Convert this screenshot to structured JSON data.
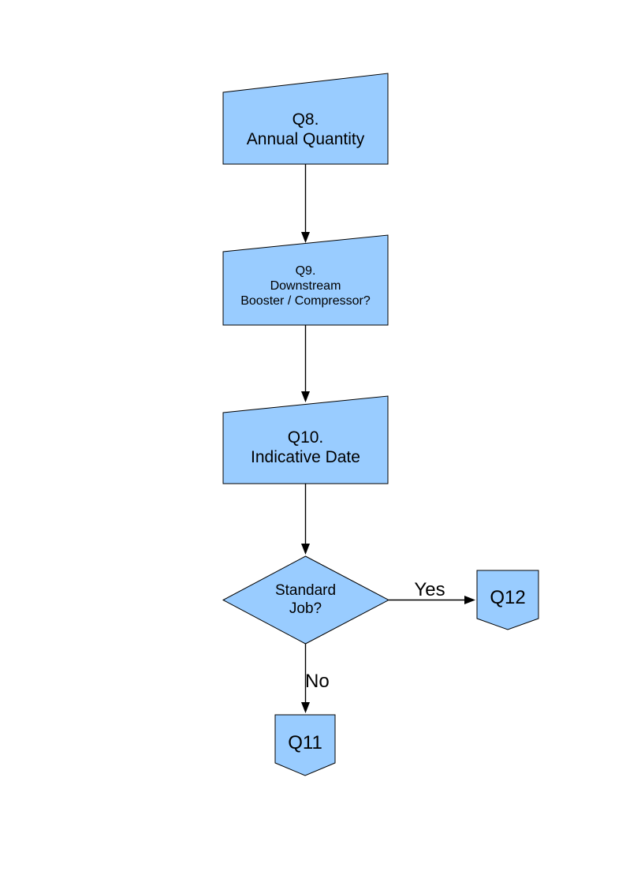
{
  "page": {
    "background_color": "#ffffff"
  },
  "diagram": {
    "shape_fill": "#99CCFF",
    "shape_stroke": "#000000",
    "nodes": {
      "q8": {
        "lines": [
          "Q8.",
          "Annual Quantity"
        ]
      },
      "q9": {
        "lines": [
          "Q9.",
          "Downstream",
          "Booster / Compressor?"
        ]
      },
      "q10": {
        "lines": [
          "Q10.",
          "Indicative Date"
        ]
      },
      "decision": {
        "lines": [
          "Standard",
          "Job?"
        ]
      },
      "q12": {
        "label": "Q12"
      },
      "q11": {
        "label": "Q11"
      }
    },
    "edge_labels": {
      "yes": "Yes",
      "no": "No"
    }
  }
}
